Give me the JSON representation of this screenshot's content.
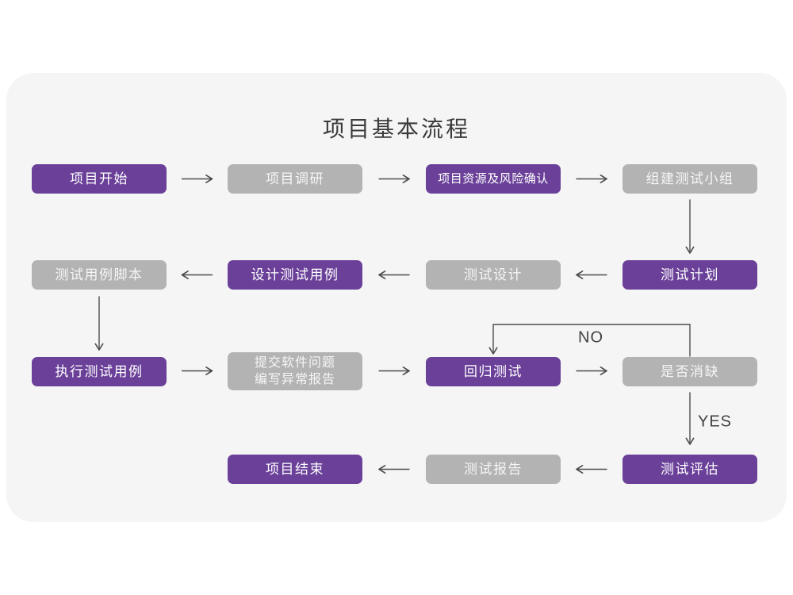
{
  "title": "项目基本流程",
  "labels": {
    "no": "NO",
    "yes": "YES"
  },
  "colors": {
    "purple": "#6A4099",
    "gray": "#B3B3B3",
    "card_bg": "#F5F5F5",
    "arrow": "#4D4D4D",
    "title_text": "#3A3A3A",
    "edge_label_text": "#414141"
  },
  "nodes": [
    {
      "id": "project-start",
      "label": "项目开始",
      "type": "purple"
    },
    {
      "id": "project-research",
      "label": "项目调研",
      "type": "gray"
    },
    {
      "id": "resources-risk-confirm",
      "label": "项目资源及风险确认",
      "type": "purple"
    },
    {
      "id": "build-test-team",
      "label": "组建测试小组",
      "type": "gray"
    },
    {
      "id": "test-plan",
      "label": "测试计划",
      "type": "purple"
    },
    {
      "id": "test-design",
      "label": "测试设计",
      "type": "gray"
    },
    {
      "id": "design-test-cases",
      "label": "设计测试用例",
      "type": "purple"
    },
    {
      "id": "test-case-scripts",
      "label": "测试用例脚本",
      "type": "gray"
    },
    {
      "id": "execute-test-cases",
      "label": "执行测试用例",
      "type": "purple"
    },
    {
      "id": "submit-issues-report",
      "label": "提交软件问题\n编写异常报告",
      "type": "gray"
    },
    {
      "id": "regression-test",
      "label": "回归测试",
      "type": "purple"
    },
    {
      "id": "defect-cleared",
      "label": "是否消缺",
      "type": "gray"
    },
    {
      "id": "test-evaluation",
      "label": "测试评估",
      "type": "purple"
    },
    {
      "id": "test-report",
      "label": "测试报告",
      "type": "gray"
    },
    {
      "id": "project-end",
      "label": "项目结束",
      "type": "purple"
    }
  ],
  "connections": [
    {
      "from": "项目开始",
      "to": "项目调研"
    },
    {
      "from": "项目调研",
      "to": "项目资源及风险确认"
    },
    {
      "from": "项目资源及风险确认",
      "to": "组建测试小组"
    },
    {
      "from": "组建测试小组",
      "to": "测试计划"
    },
    {
      "from": "测试计划",
      "to": "测试设计"
    },
    {
      "from": "测试设计",
      "to": "设计测试用例"
    },
    {
      "from": "设计测试用例",
      "to": "测试用例脚本"
    },
    {
      "from": "测试用例脚本",
      "to": "执行测试用例"
    },
    {
      "from": "执行测试用例",
      "to": "提交软件问题 编写异常报告"
    },
    {
      "from": "提交软件问题 编写异常报告",
      "to": "回归测试"
    },
    {
      "from": "回归测试",
      "to": "是否消缺"
    },
    {
      "from": "是否消缺",
      "to": "回归测试",
      "label": "NO"
    },
    {
      "from": "是否消缺",
      "to": "测试评估",
      "label": "YES"
    },
    {
      "from": "测试评估",
      "to": "测试报告"
    },
    {
      "from": "测试报告",
      "to": "项目结束"
    }
  ]
}
